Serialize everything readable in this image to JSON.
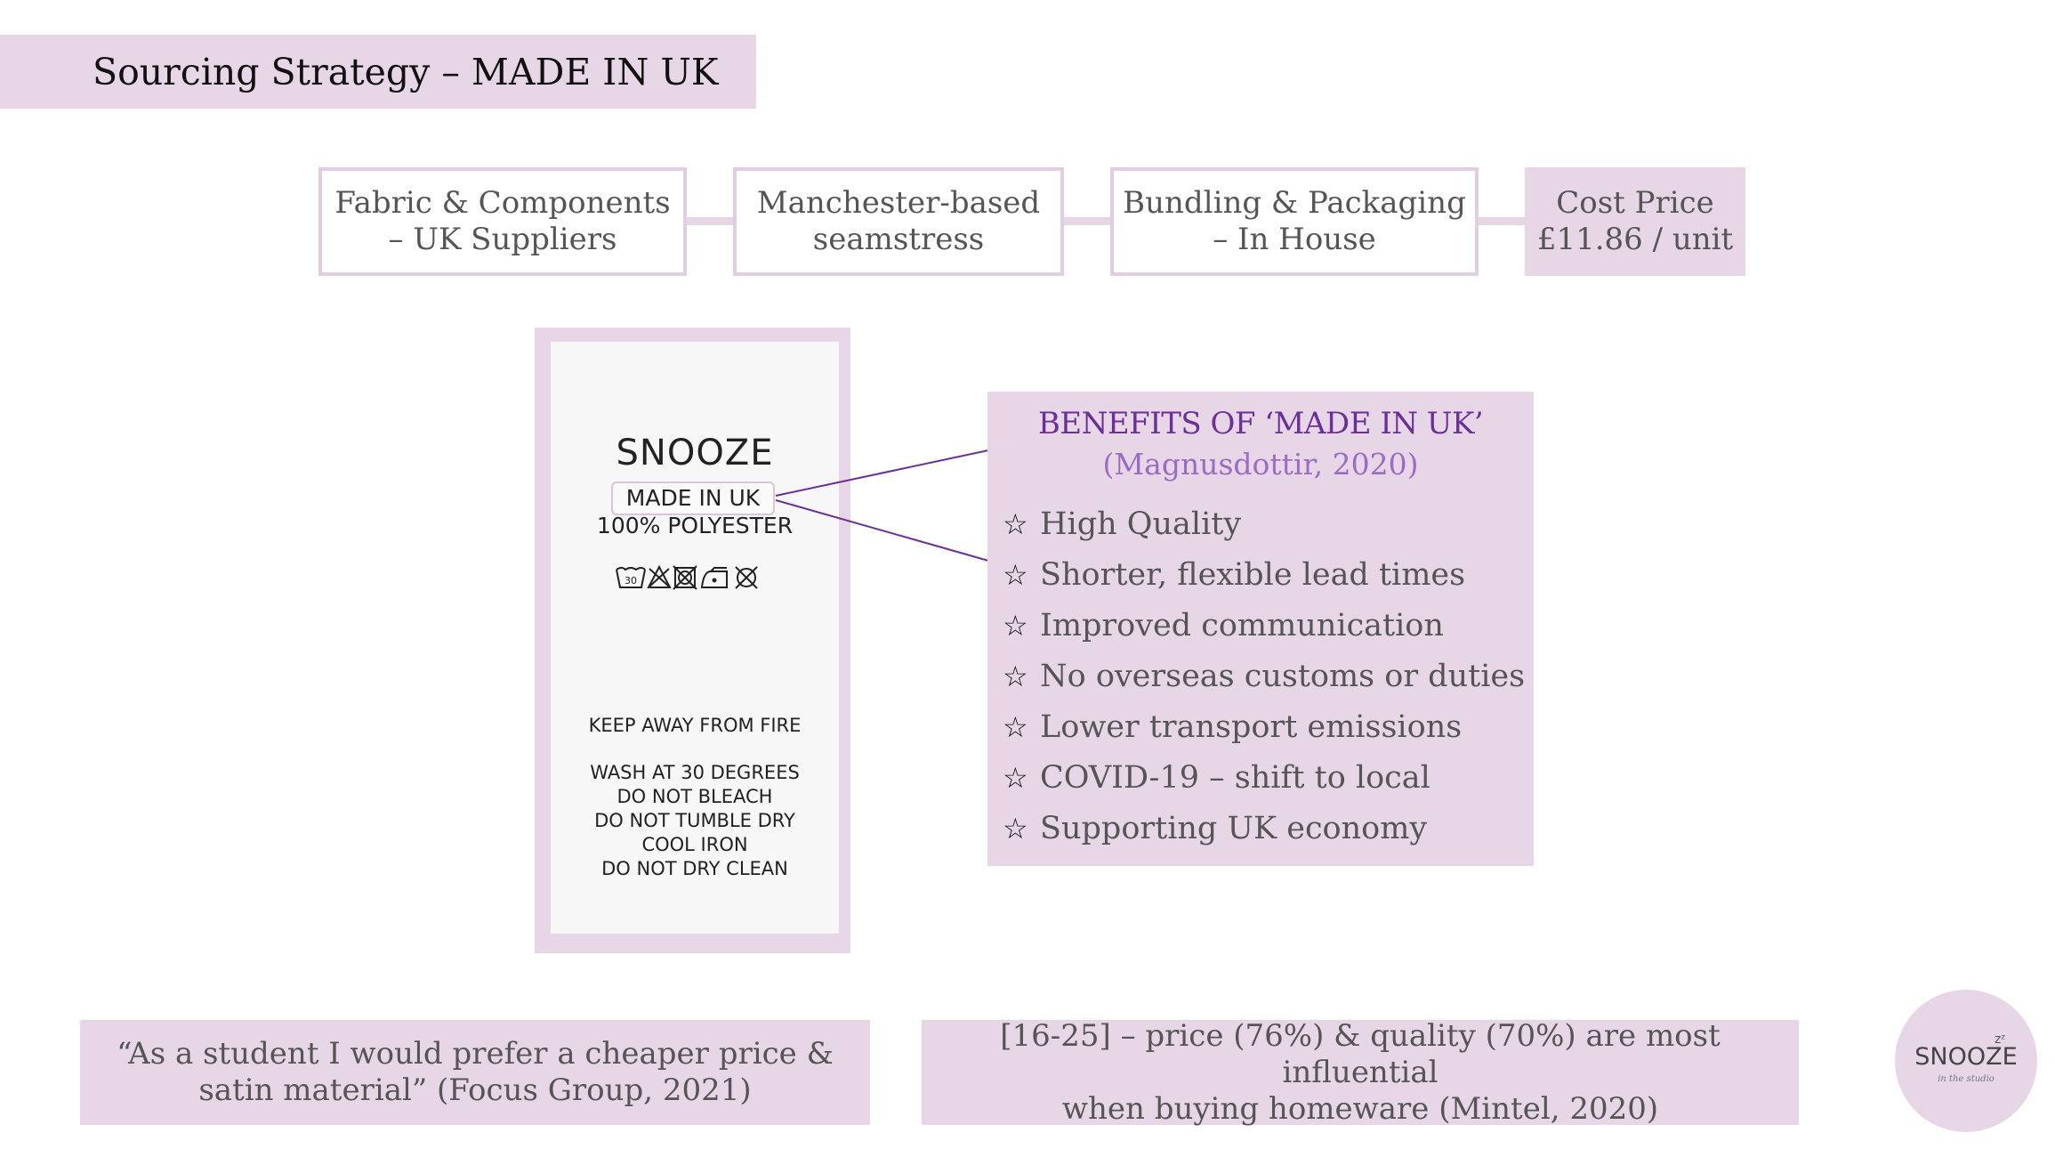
{
  "title": "Sourcing Strategy – MADE IN UK",
  "flow": [
    {
      "line1": "Fabric & Components",
      "line2": "– UK Suppliers"
    },
    {
      "line1": "Manchester-based",
      "line2": "seamstress"
    },
    {
      "line1": "Bundling & Packaging",
      "line2": "– In House"
    },
    {
      "line1": "Cost Price",
      "line2": "£11.86 / unit"
    }
  ],
  "care_label": {
    "brand": "SNOOZE",
    "made_in": "MADE IN UK",
    "fabric": "100% POLYESTER",
    "symbols": [
      "wash-30-icon",
      "no-bleach-icon",
      "no-tumble-dry-icon",
      "cool-iron-icon",
      "no-dry-clean-icon"
    ],
    "warning": "KEEP AWAY FROM FIRE",
    "instructions": [
      "WASH AT 30 DEGREES",
      "DO NOT BLEACH",
      "DO NOT TUMBLE DRY",
      "COOL IRON",
      "DO NOT DRY CLEAN"
    ]
  },
  "benefits": {
    "title": "BENEFITS OF ‘MADE IN UK’",
    "citation": "(Magnusdottir, 2020)",
    "bullet_icon": "star-outline-icon",
    "items": [
      "High Quality",
      "Shorter, flexible lead times",
      "Improved communication",
      "No overseas customs or duties",
      "Lower transport emissions",
      "COVID-19 – shift to local",
      "Supporting UK economy"
    ]
  },
  "quotes": [
    {
      "line1": "“As a student I would prefer a cheaper price &",
      "line2": "satin material” (Focus Group, 2021)"
    },
    {
      "line1": "[16-25] – price (76%) & quality (70%) are most influential",
      "line2": "when buying homeware (Mintel, 2020)"
    }
  ],
  "logo": {
    "word": "SNOOZE",
    "zz": "zᶻ",
    "script": "in the studio"
  },
  "colors": {
    "panel": "#e6d6e6",
    "accent": "#6b2e9a",
    "accent_light": "#9a6cc7",
    "connector_line": "#6b2e9a"
  }
}
